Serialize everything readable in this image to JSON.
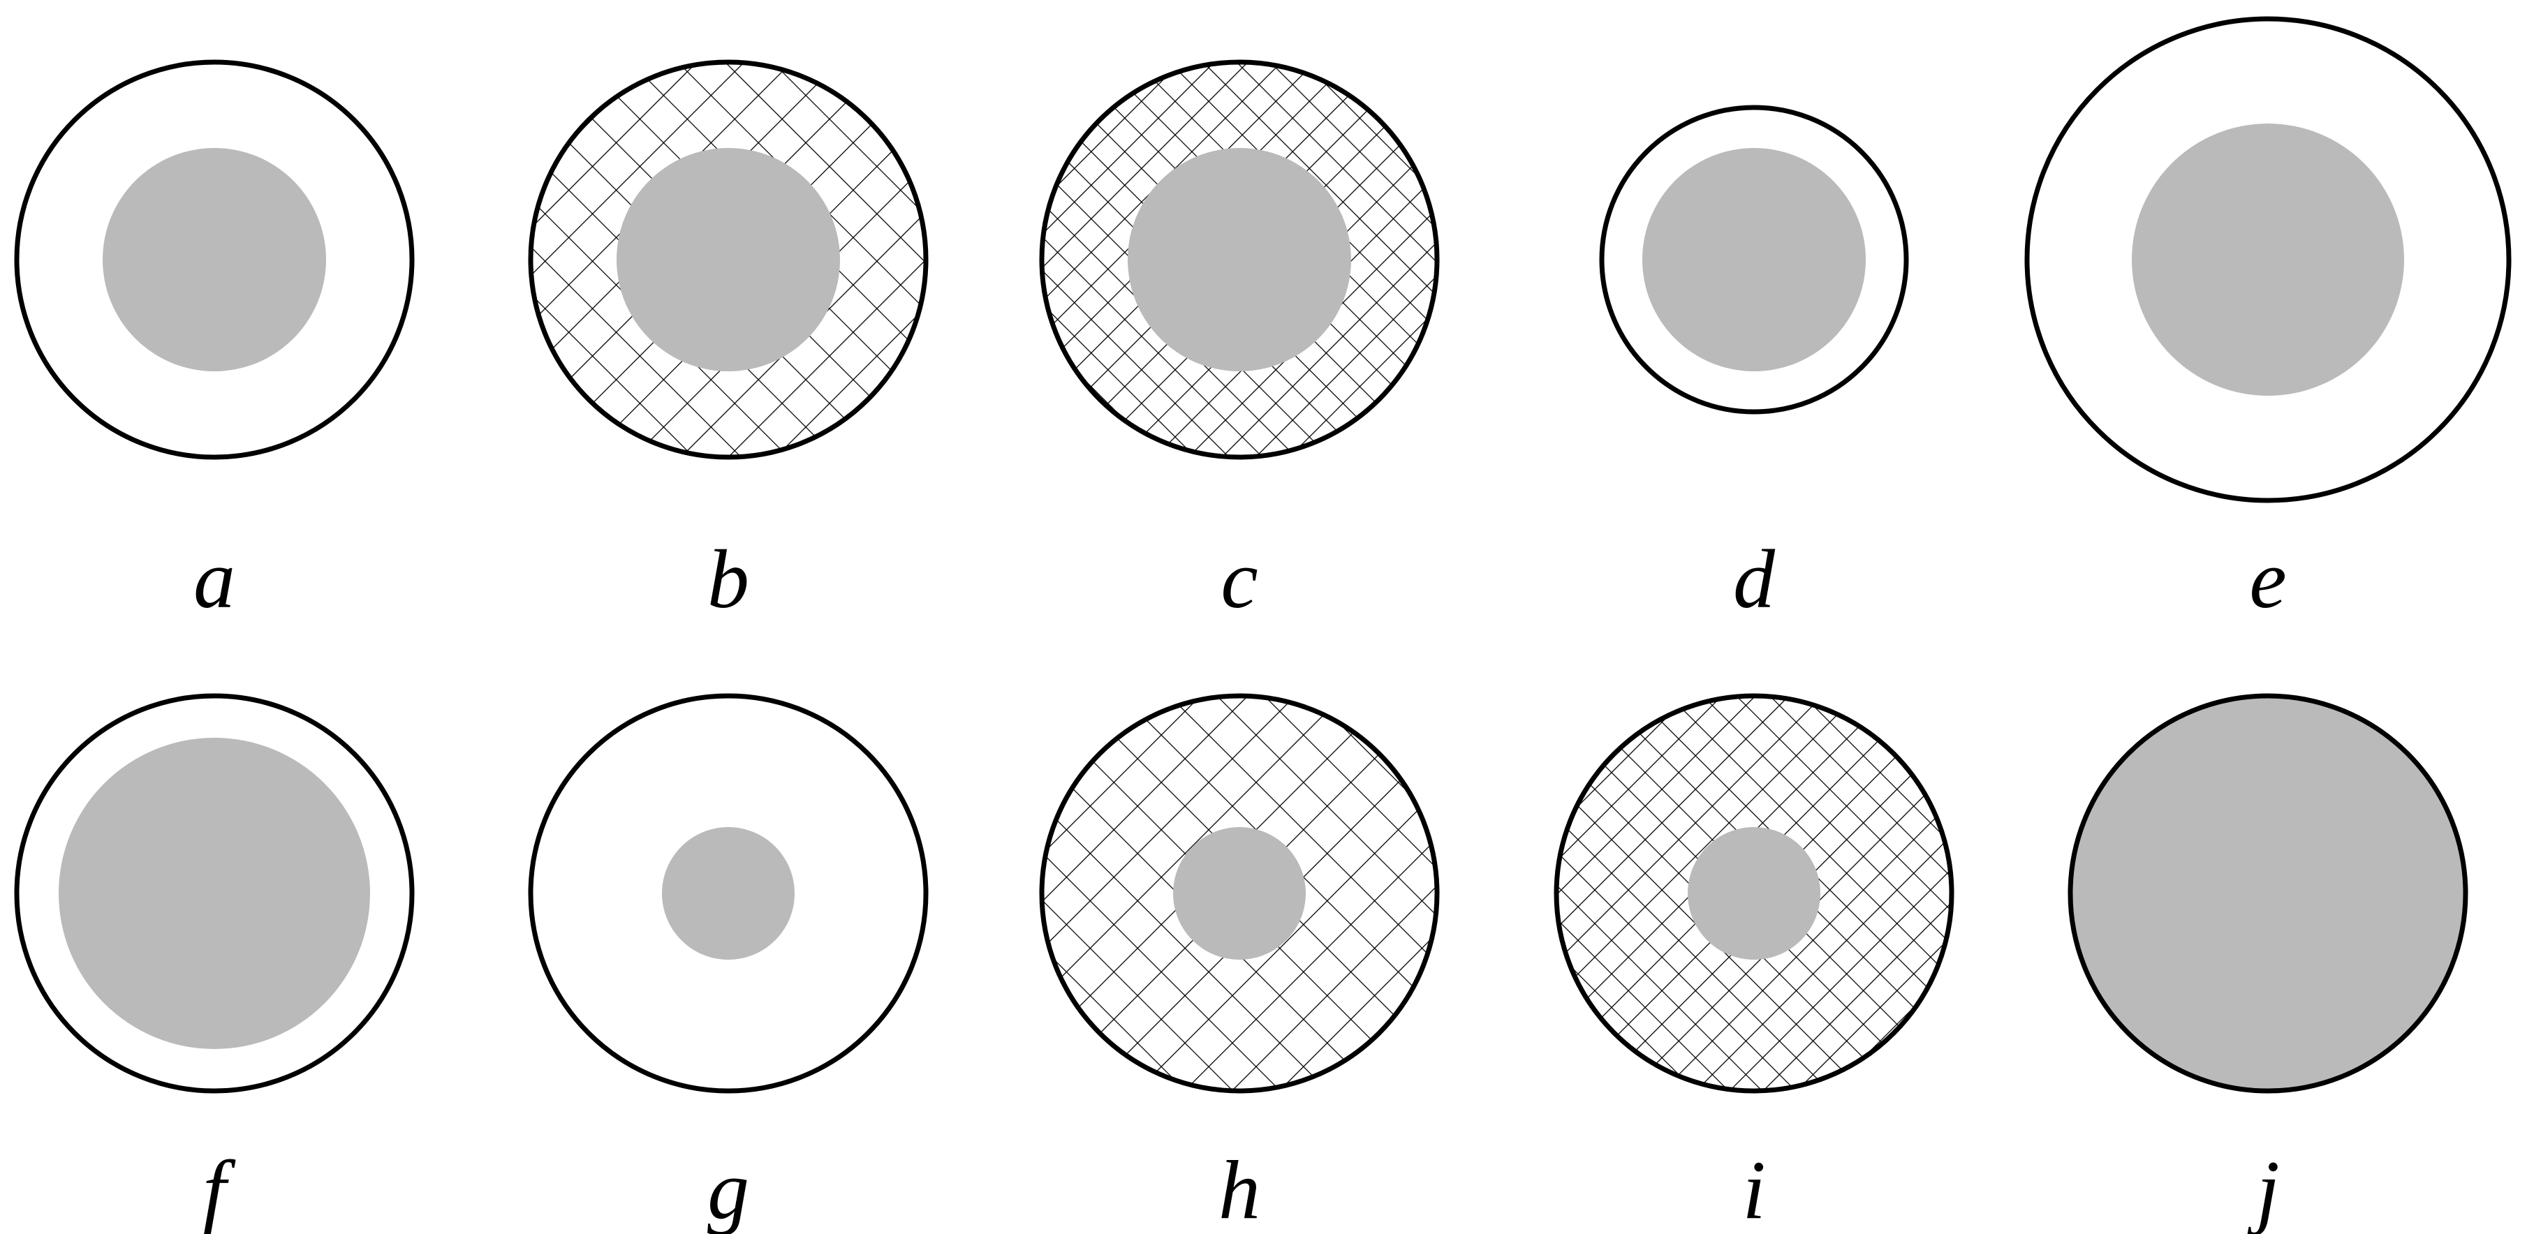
{
  "colors": {
    "core": "#bababa",
    "outline": "#000000",
    "background": "#ffffff",
    "hatch": "#000000"
  },
  "panels": [
    {
      "id": "a",
      "label": "a",
      "outer_fill": "empty",
      "relative_size": "medium",
      "core_size": "medium"
    },
    {
      "id": "b",
      "label": "b",
      "outer_fill": "coarse-crosshatch",
      "relative_size": "medium",
      "core_size": "medium"
    },
    {
      "id": "c",
      "label": "c",
      "outer_fill": "fine-crosshatch",
      "relative_size": "medium",
      "core_size": "medium"
    },
    {
      "id": "d",
      "label": "d",
      "outer_fill": "empty",
      "relative_size": "small",
      "core_size": "medium"
    },
    {
      "id": "e",
      "label": "e",
      "outer_fill": "empty",
      "relative_size": "large",
      "core_size": "large"
    },
    {
      "id": "f",
      "label": "f",
      "outer_fill": "empty",
      "relative_size": "medium",
      "core_size": "large"
    },
    {
      "id": "g",
      "label": "g",
      "outer_fill": "empty",
      "relative_size": "medium",
      "core_size": "small"
    },
    {
      "id": "h",
      "label": "h",
      "outer_fill": "coarse-crosshatch",
      "relative_size": "medium",
      "core_size": "small"
    },
    {
      "id": "i",
      "label": "i",
      "outer_fill": "fine-crosshatch",
      "relative_size": "medium",
      "core_size": "small"
    },
    {
      "id": "j",
      "label": "j",
      "outer_fill": "solid-core",
      "relative_size": "medium",
      "core_size": "full"
    }
  ]
}
